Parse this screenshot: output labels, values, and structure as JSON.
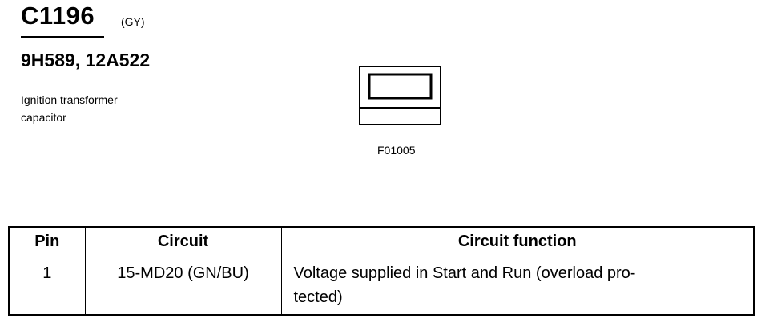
{
  "header": {
    "connector_id": "C1196",
    "color_code": "(GY)",
    "part_numbers": "9H589, 12A522",
    "description_lines": [
      "Ignition transformer",
      "capacitor"
    ]
  },
  "figure": {
    "code": "F01005"
  },
  "pin_table": {
    "headers": [
      "Pin",
      "Circuit",
      "Circuit function"
    ],
    "rows": [
      {
        "pin": "1",
        "circuit": "15-MD20 (GN/BU)",
        "function_lines": [
          "Voltage supplied in Start and Run (overload pro-",
          "tected)"
        ]
      }
    ]
  }
}
